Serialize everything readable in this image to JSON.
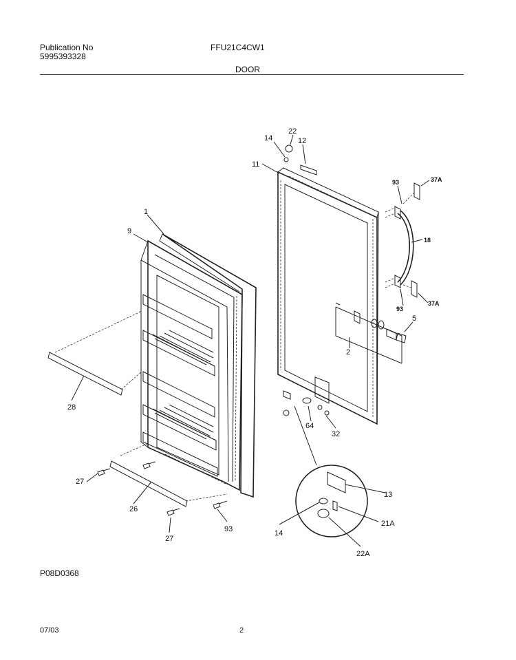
{
  "header": {
    "publication_label": "Publication No",
    "publication_number": "5995393328",
    "model": "FFU21C4CW1",
    "section": "DOOR"
  },
  "footer": {
    "diagram_code": "P08D0368",
    "date": "07/03",
    "page": "2"
  },
  "callouts": {
    "c1": "1",
    "c9": "9",
    "c28": "28",
    "c27a": "27",
    "c26": "26",
    "c27b": "27",
    "c93a": "93",
    "c14a": "14",
    "c22a": "22",
    "c12": "12",
    "c11": "11",
    "c93b": "93",
    "c37a": "37A",
    "c18": "18",
    "c93c": "93",
    "c37b": "37A",
    "c5": "5",
    "c2": "2",
    "c64": "64",
    "c32": "32",
    "c13": "13",
    "c21a": "21A",
    "c14b": "14",
    "c22b": "22A"
  }
}
